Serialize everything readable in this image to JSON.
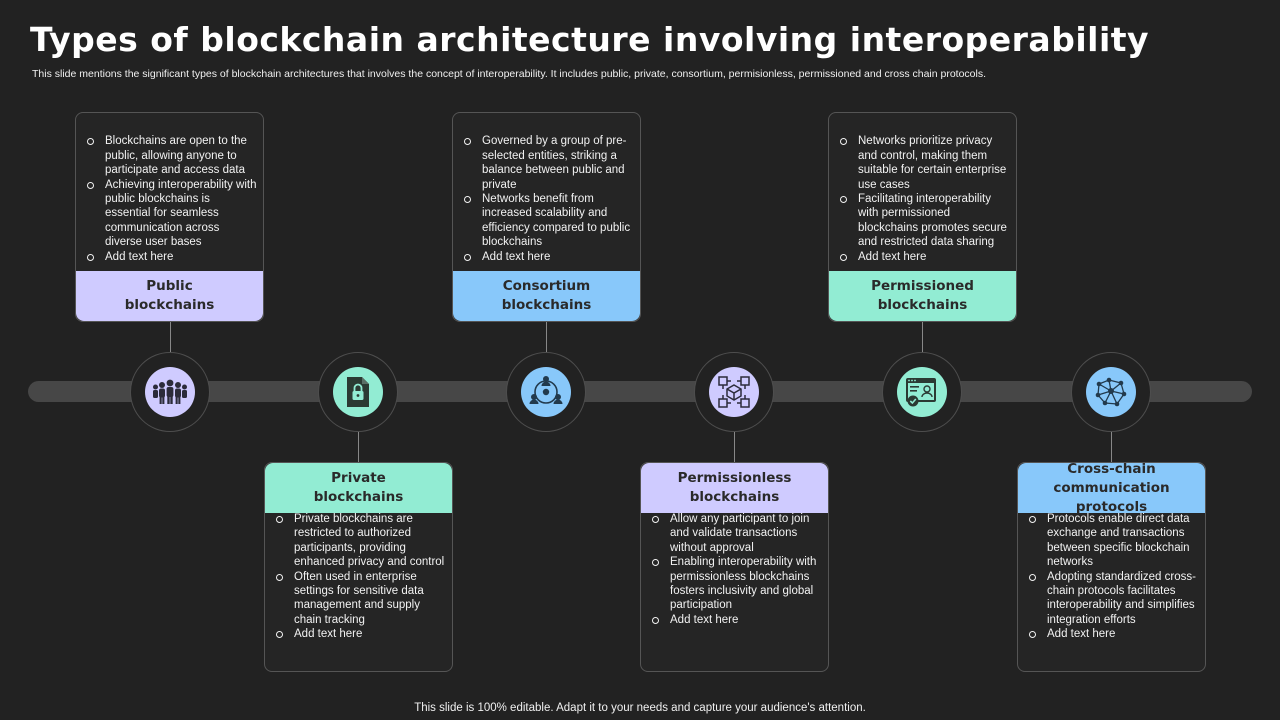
{
  "title": "Types of blockchain architecture involving interoperability",
  "subtitle": "This slide mentions the significant types of blockchain architectures that involves the concept of interoperability. It includes public, private, consortium, permisionless, permissioned and cross chain protocols.",
  "footer": "This slide is 100% editable. Adapt it to your needs and capture your audience's attention.",
  "cards": [
    {
      "head_line1": "Public",
      "head_line2": "blockchains",
      "bullets": [
        "Blockchains are open to the public, allowing anyone to participate and access data",
        "Achieving interoperability with public blockchains is essential for seamless communication across diverse user bases",
        "Add text here"
      ]
    },
    {
      "head_line1": "Private",
      "head_line2": "blockchains",
      "bullets": [
        "Private blockchains are restricted to authorized participants, providing enhanced privacy and control",
        "Often used in enterprise settings for sensitive data management and supply chain tracking",
        "Add text here"
      ]
    },
    {
      "head_line1": "Consortium",
      "head_line2": "blockchains",
      "bullets": [
        "Governed by a group of pre-selected entities, striking a balance between public and private",
        "Networks benefit from increased scalability and efficiency compared to public blockchains",
        "Add text here"
      ]
    },
    {
      "head_line1": "Permissionless",
      "head_line2": "blockchains",
      "bullets": [
        "Allow any participant to join and validate transactions without approval",
        "Enabling interoperability with permissionless blockchains fosters inclusivity and global participation",
        "Add text here"
      ]
    },
    {
      "head_line1": "Permissioned",
      "head_line2": "blockchains",
      "bullets": [
        "Networks prioritize privacy and control, making them suitable for certain enterprise use cases",
        "Facilitating interoperability with permissioned blockchains promotes secure and restricted data sharing",
        "Add text here"
      ]
    },
    {
      "head_line1": "Cross-chain",
      "head_line2": "communication protocols",
      "bullets": [
        "Protocols enable direct data exchange and transactions between specific blockchain networks",
        "Adopting standardized cross-chain protocols facilitates interoperability and simplifies integration efforts",
        "Add text here"
      ]
    }
  ],
  "icons": [
    "people-group-icon",
    "locked-document-icon",
    "network-users-icon",
    "blockchain-cubes-icon",
    "secure-browser-icon",
    "node-network-icon"
  ],
  "colors": {
    "background": "#222222",
    "purple": "#cfcbff",
    "blue": "#88c8fa",
    "green": "#92ecd3",
    "rail": "#474747"
  }
}
